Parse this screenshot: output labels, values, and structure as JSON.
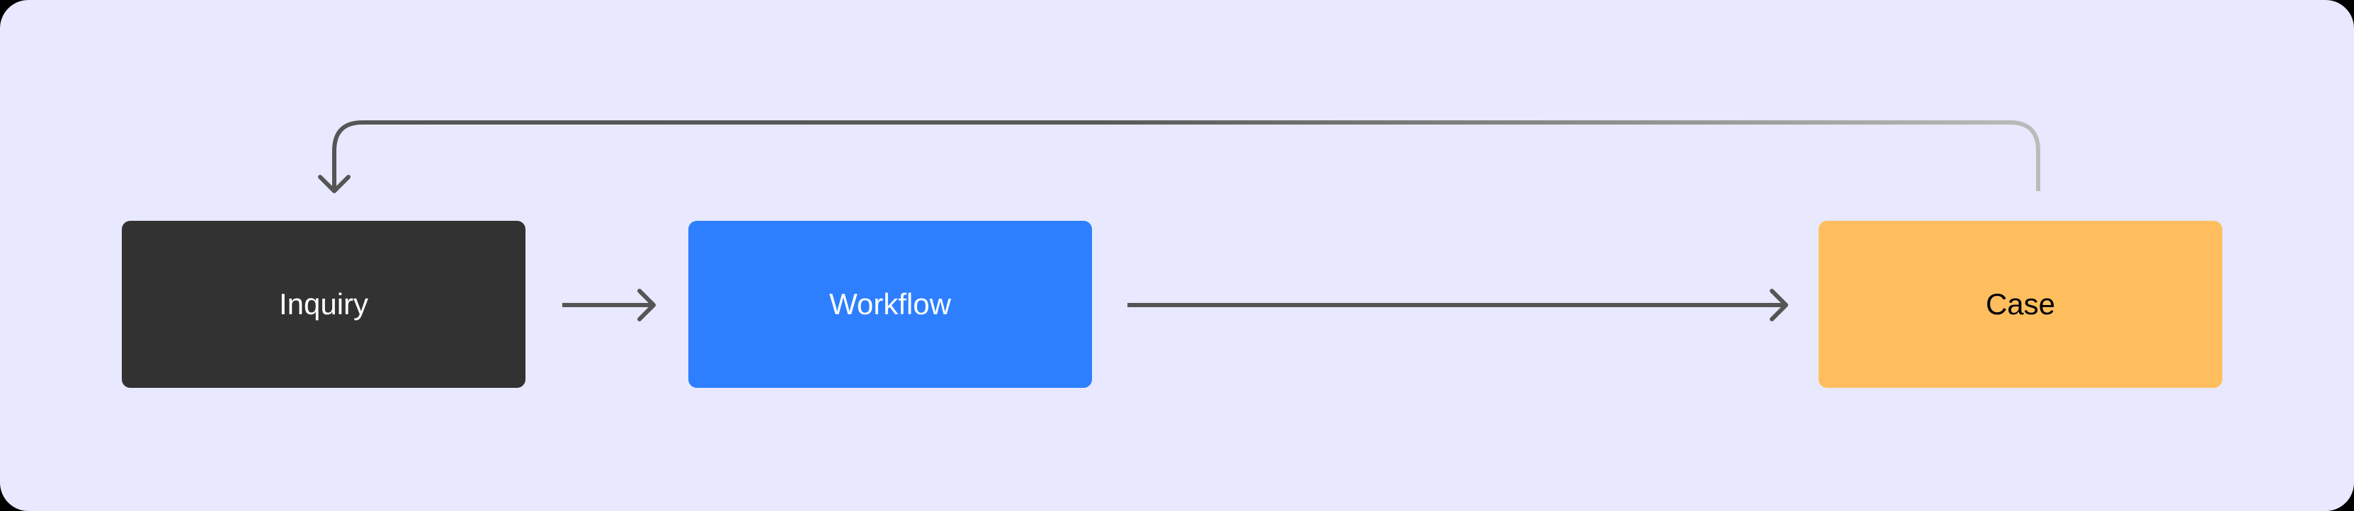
{
  "diagram": {
    "type": "flow",
    "colors": {
      "background": "#E8E8FF",
      "edge": "#555555",
      "loop_edge_start": "#555555",
      "loop_edge_end": "#BBBBBB"
    },
    "nodes": [
      {
        "id": "inquiry",
        "label": "Inquiry",
        "fill": "#323232",
        "text_color": "#FFFFFF"
      },
      {
        "id": "workflow",
        "label": "Workflow",
        "fill": "#2D7FFF",
        "text_color": "#FFFFFF"
      },
      {
        "id": "case",
        "label": "Case",
        "fill": "#FFBE5E",
        "text_color": "#000000"
      }
    ],
    "edges": [
      {
        "from": "inquiry",
        "to": "workflow",
        "style": "solid-arrow"
      },
      {
        "from": "workflow",
        "to": "case",
        "style": "solid-arrow"
      },
      {
        "from": "case",
        "to": "inquiry",
        "style": "loop-back-arrow-gradient"
      }
    ]
  }
}
